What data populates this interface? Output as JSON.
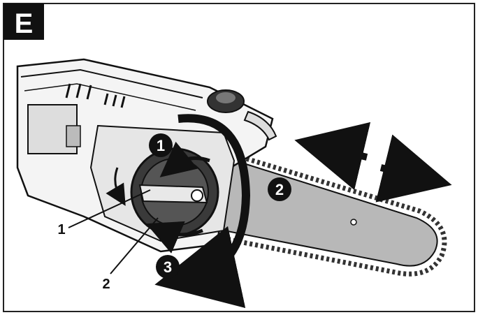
{
  "figure": {
    "section_letter": "E",
    "steps": [
      "1",
      "2",
      "3"
    ],
    "callouts": [
      "1",
      "2"
    ]
  }
}
